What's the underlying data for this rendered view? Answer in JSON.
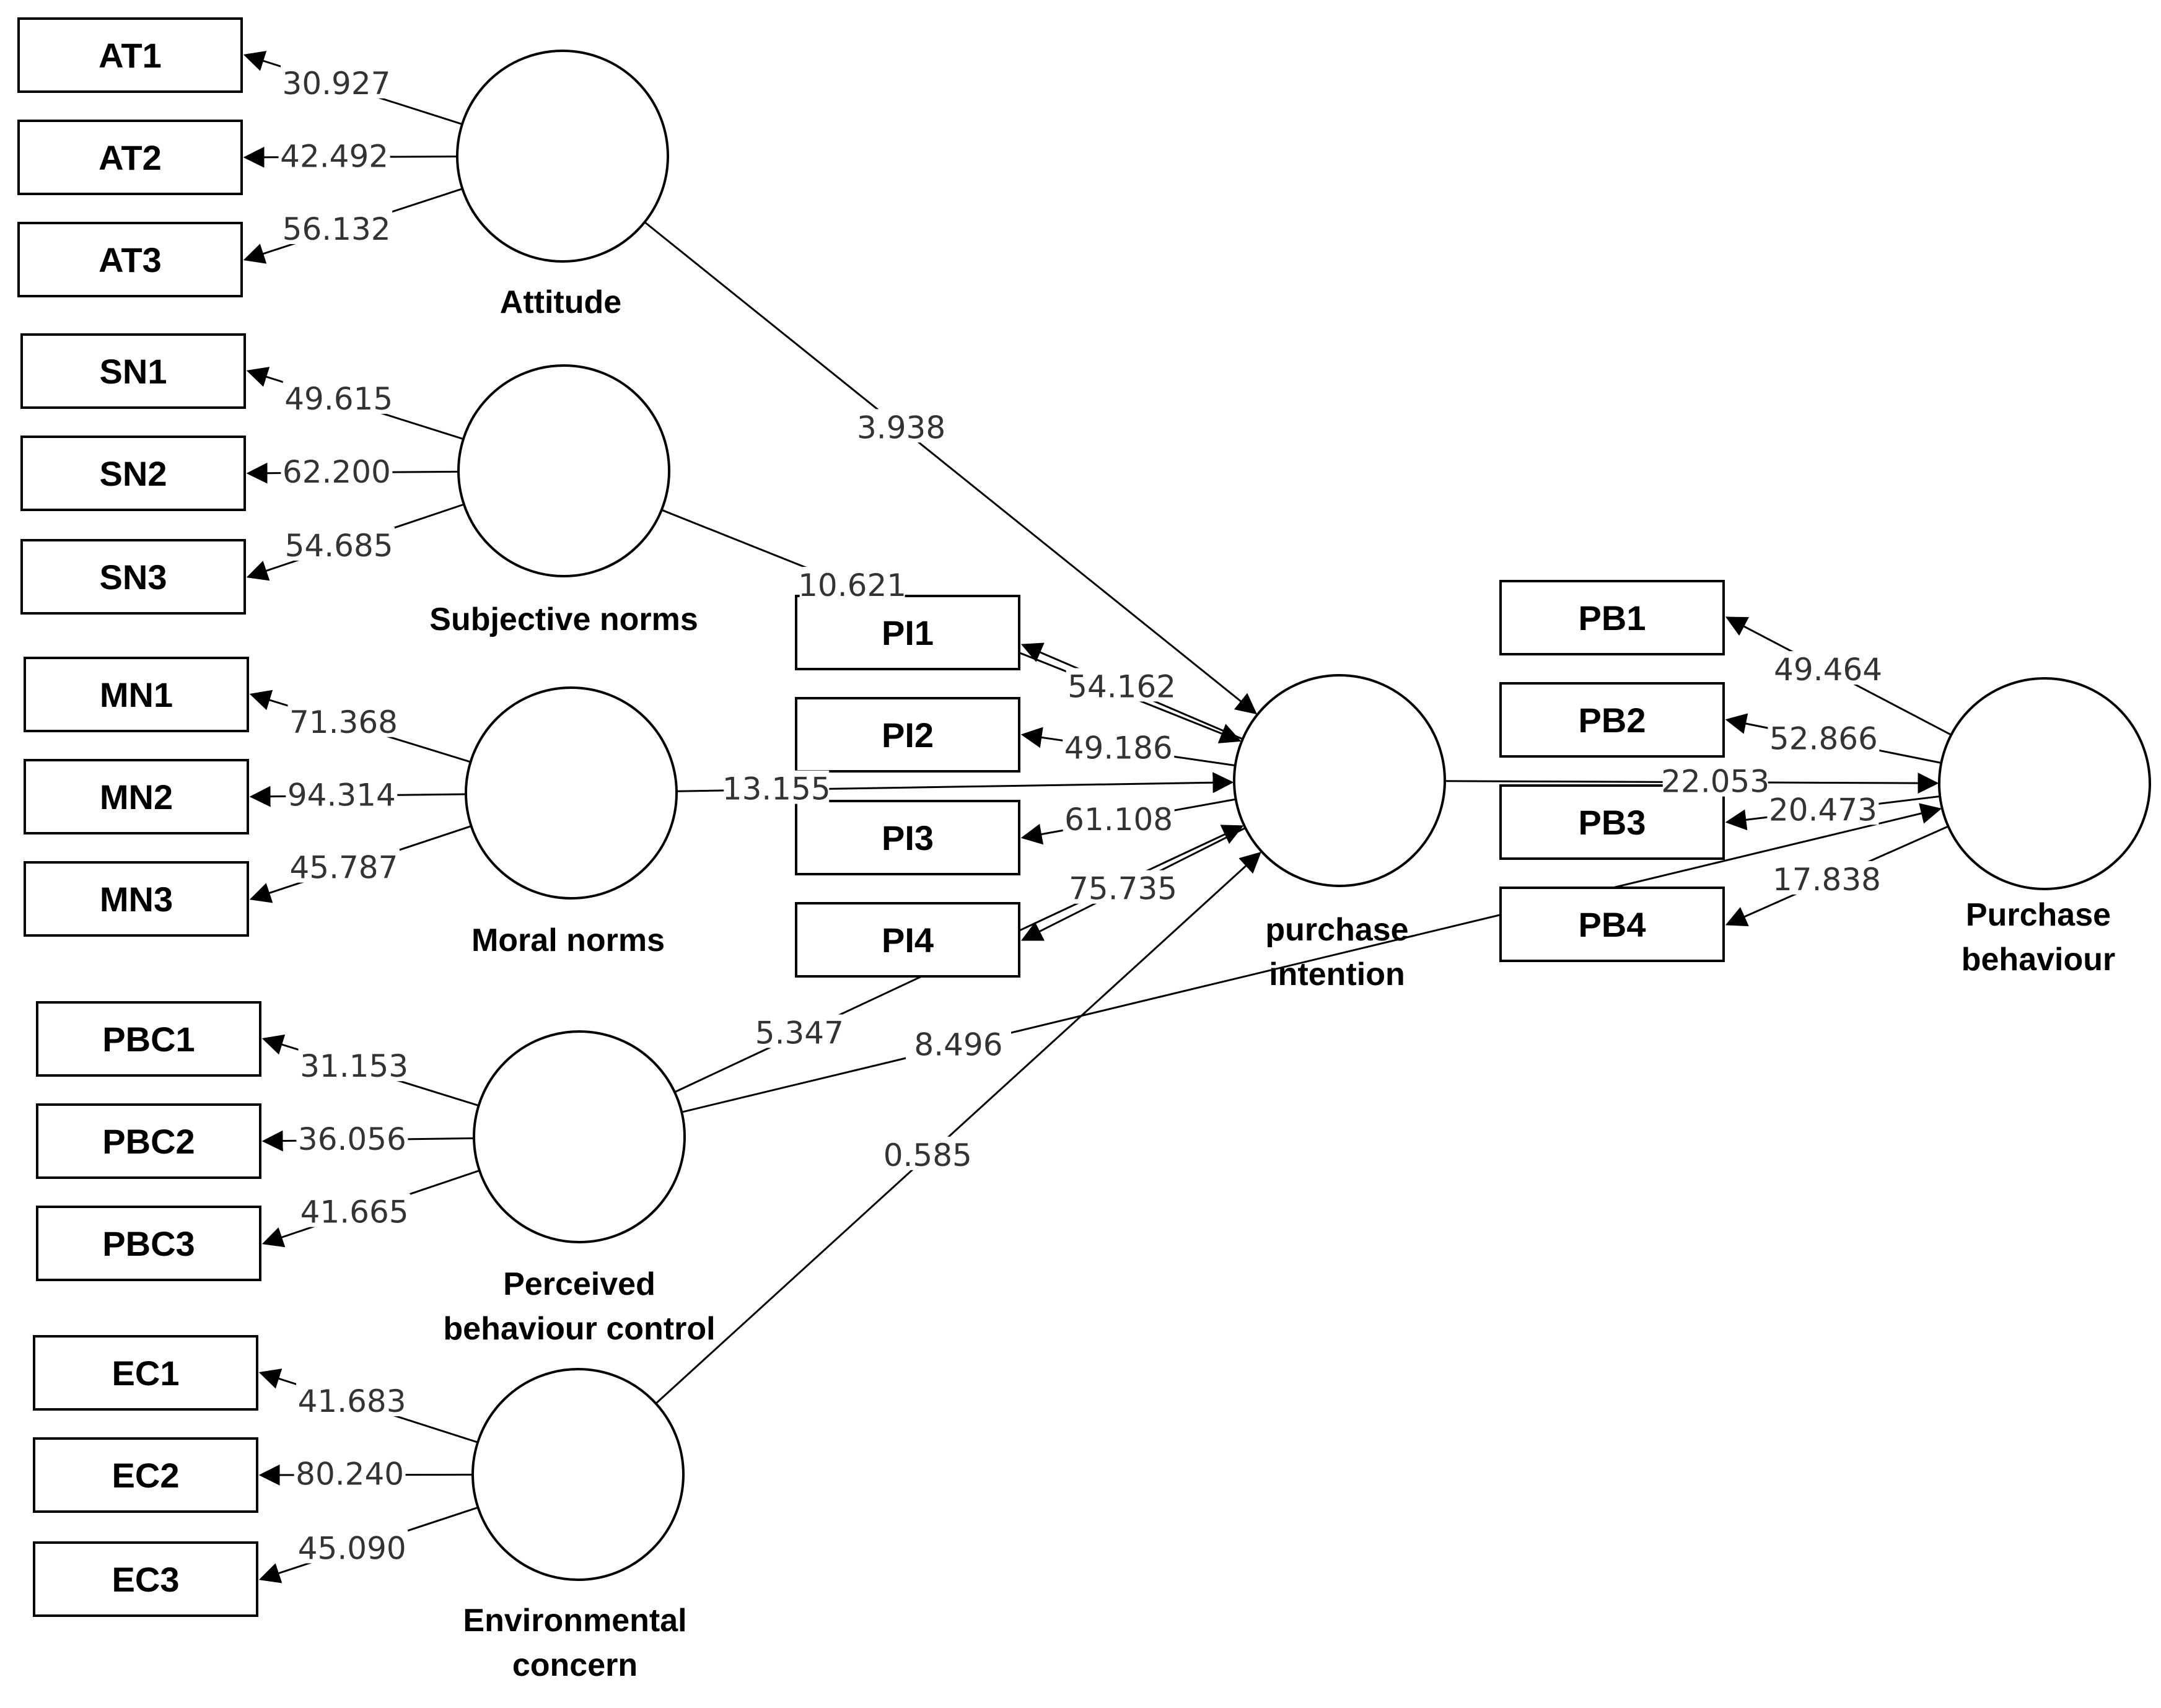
{
  "latents": [
    {
      "id": "attitude",
      "lines": [
        "Attitude"
      ]
    },
    {
      "id": "subjective_norms",
      "lines": [
        "Subjective norms"
      ]
    },
    {
      "id": "moral_norms",
      "lines": [
        "Moral norms"
      ]
    },
    {
      "id": "perceived_behaviour_control",
      "lines": [
        "Perceived",
        "behaviour control"
      ]
    },
    {
      "id": "environmental_concern",
      "lines": [
        "Environmental",
        "concern"
      ]
    },
    {
      "id": "purchase_intention",
      "lines": [
        "purchase",
        "intention"
      ]
    },
    {
      "id": "purchase_behaviour",
      "lines": [
        "Purchase",
        "behaviour"
      ]
    }
  ],
  "indicators": [
    {
      "id": "AT1",
      "label": "AT1"
    },
    {
      "id": "AT2",
      "label": "AT2"
    },
    {
      "id": "AT3",
      "label": "AT3"
    },
    {
      "id": "SN1",
      "label": "SN1"
    },
    {
      "id": "SN2",
      "label": "SN2"
    },
    {
      "id": "SN3",
      "label": "SN3"
    },
    {
      "id": "MN1",
      "label": "MN1"
    },
    {
      "id": "MN2",
      "label": "MN2"
    },
    {
      "id": "MN3",
      "label": "MN3"
    },
    {
      "id": "PBC1",
      "label": "PBC1"
    },
    {
      "id": "PBC2",
      "label": "PBC2"
    },
    {
      "id": "PBC3",
      "label": "PBC3"
    },
    {
      "id": "EC1",
      "label": "EC1"
    },
    {
      "id": "EC2",
      "label": "EC2"
    },
    {
      "id": "EC3",
      "label": "EC3"
    },
    {
      "id": "PI1",
      "label": "PI1"
    },
    {
      "id": "PI2",
      "label": "PI2"
    },
    {
      "id": "PI3",
      "label": "PI3"
    },
    {
      "id": "PI4",
      "label": "PI4"
    },
    {
      "id": "PB1",
      "label": "PB1"
    },
    {
      "id": "PB2",
      "label": "PB2"
    },
    {
      "id": "PB3",
      "label": "PB3"
    },
    {
      "id": "PB4",
      "label": "PB4"
    }
  ],
  "loadings": [
    {
      "from": "attitude",
      "to": "AT1",
      "value": "30.927"
    },
    {
      "from": "attitude",
      "to": "AT2",
      "value": "42.492"
    },
    {
      "from": "attitude",
      "to": "AT3",
      "value": "56.132"
    },
    {
      "from": "subjective_norms",
      "to": "SN1",
      "value": "49.615"
    },
    {
      "from": "subjective_norms",
      "to": "SN2",
      "value": "62.200"
    },
    {
      "from": "subjective_norms",
      "to": "SN3",
      "value": "54.685"
    },
    {
      "from": "moral_norms",
      "to": "MN1",
      "value": "71.368"
    },
    {
      "from": "moral_norms",
      "to": "MN2",
      "value": "94.314"
    },
    {
      "from": "moral_norms",
      "to": "MN3",
      "value": "45.787"
    },
    {
      "from": "perceived_behaviour_control",
      "to": "PBC1",
      "value": "31.153"
    },
    {
      "from": "perceived_behaviour_control",
      "to": "PBC2",
      "value": "36.056"
    },
    {
      "from": "perceived_behaviour_control",
      "to": "PBC3",
      "value": "41.665"
    },
    {
      "from": "environmental_concern",
      "to": "EC1",
      "value": "41.683"
    },
    {
      "from": "environmental_concern",
      "to": "EC2",
      "value": "80.240"
    },
    {
      "from": "environmental_concern",
      "to": "EC3",
      "value": "45.090"
    },
    {
      "from": "purchase_intention",
      "to": "PI1",
      "value": "54.162"
    },
    {
      "from": "purchase_intention",
      "to": "PI2",
      "value": "49.186"
    },
    {
      "from": "purchase_intention",
      "to": "PI3",
      "value": "61.108"
    },
    {
      "from": "purchase_intention",
      "to": "PI4",
      "value": "75.735"
    },
    {
      "from": "purchase_behaviour",
      "to": "PB1",
      "value": "49.464"
    },
    {
      "from": "purchase_behaviour",
      "to": "PB2",
      "value": "52.866"
    },
    {
      "from": "purchase_behaviour",
      "to": "PB3",
      "value": "20.473"
    },
    {
      "from": "purchase_behaviour",
      "to": "PB4",
      "value": "17.838"
    }
  ],
  "paths": [
    {
      "from": "attitude",
      "to": "purchase_intention",
      "value": "3.938"
    },
    {
      "from": "subjective_norms",
      "to": "purchase_intention",
      "value": "10.621"
    },
    {
      "from": "moral_norms",
      "to": "purchase_intention",
      "value": "13.155"
    },
    {
      "from": "perceived_behaviour_control",
      "to": "purchase_intention",
      "value": "5.347"
    },
    {
      "from": "environmental_concern",
      "to": "purchase_intention",
      "value": "0.585"
    },
    {
      "from": "purchase_intention",
      "to": "purchase_behaviour",
      "value": "22.053"
    },
    {
      "from": "perceived_behaviour_control",
      "to": "purchase_behaviour",
      "value": "8.496"
    }
  ]
}
